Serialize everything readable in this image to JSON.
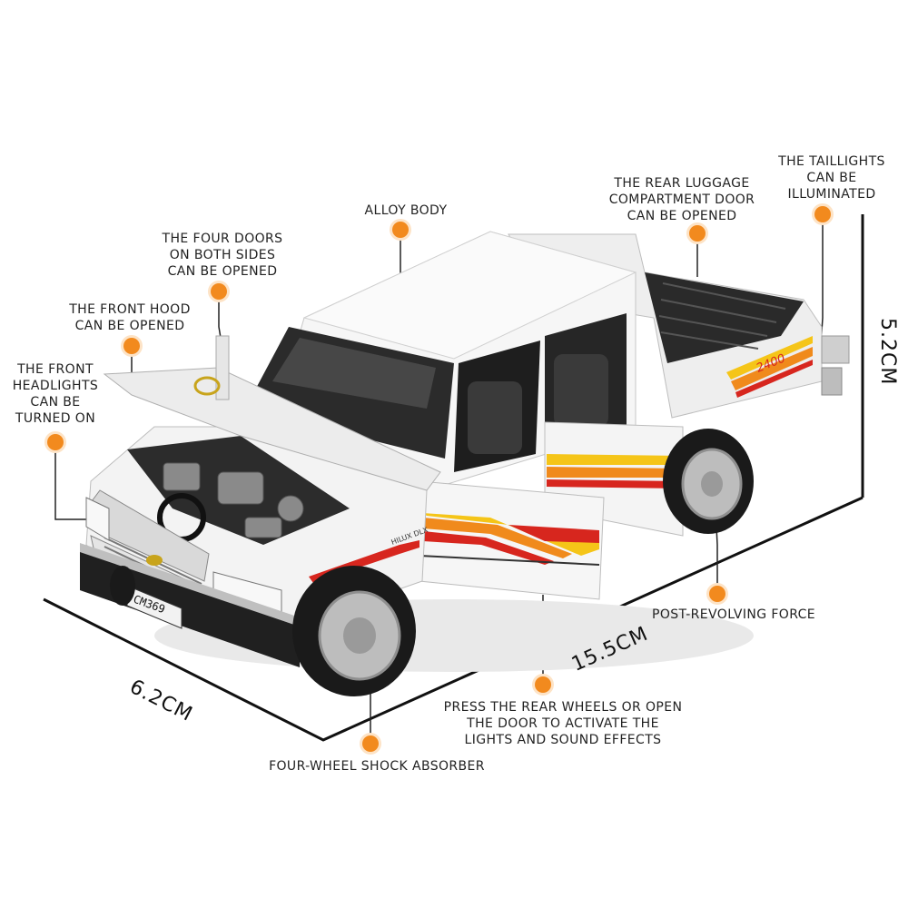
{
  "colors": {
    "accent_dot": "#f28a1e",
    "body": "#f4f4f4",
    "stripe_red": "#d7261e",
    "stripe_orange": "#f08a1c",
    "stripe_yellow": "#f5c518",
    "tire": "#1a1a1a"
  },
  "callouts": {
    "alloy_body": [
      "ALLOY BODY"
    ],
    "four_doors": [
      "THE FOUR DOORS",
      "ON BOTH SIDES",
      "CAN BE OPENED"
    ],
    "front_hood": [
      "THE FRONT HOOD",
      "CAN BE OPENED"
    ],
    "headlights": [
      "THE FRONT",
      "HEADLIGHTS",
      "CAN BE",
      "TURNED ON"
    ],
    "rear_door": [
      "THE REAR LUGGAGE",
      "COMPARTMENT DOOR",
      "CAN BE OPENED"
    ],
    "taillights": [
      "THE TAILLIGHTS",
      "CAN BE",
      "ILLUMINATED"
    ],
    "post_revolving": [
      "POST-REVOLVING FORCE"
    ],
    "press_rear": [
      "PRESS THE REAR WHEELS OR OPEN",
      "THE DOOR TO ACTIVATE THE",
      "LIGHTS AND SOUND EFFECTS"
    ],
    "shock_absorber": [
      "FOUR-WHEEL SHOCK ABSORBER"
    ]
  },
  "dimensions": {
    "width": "6.2CM",
    "length": "15.5CM",
    "height": "5.2CM"
  },
  "vehicle": {
    "plate": "CM369",
    "side_decal": "2400",
    "badge": "HILUX DLX"
  }
}
